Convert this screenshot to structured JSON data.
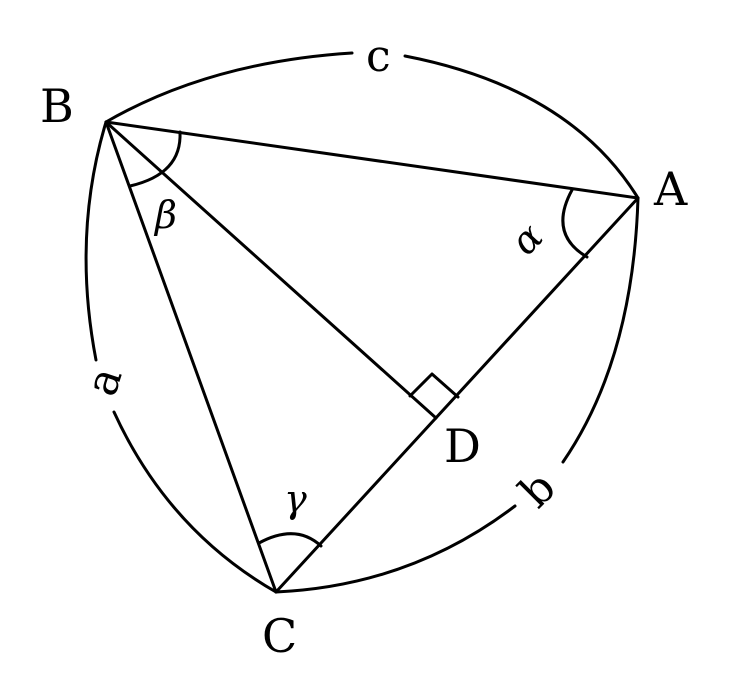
{
  "vertices": {
    "A": "A",
    "B": "B",
    "C": "C",
    "D": "D"
  },
  "sides": {
    "a": "a",
    "b": "b",
    "c": "c"
  },
  "angles": {
    "alpha": "α",
    "beta": "β",
    "gamma": "γ"
  },
  "colors": {
    "stroke": "#000000",
    "background": "#ffffff"
  }
}
